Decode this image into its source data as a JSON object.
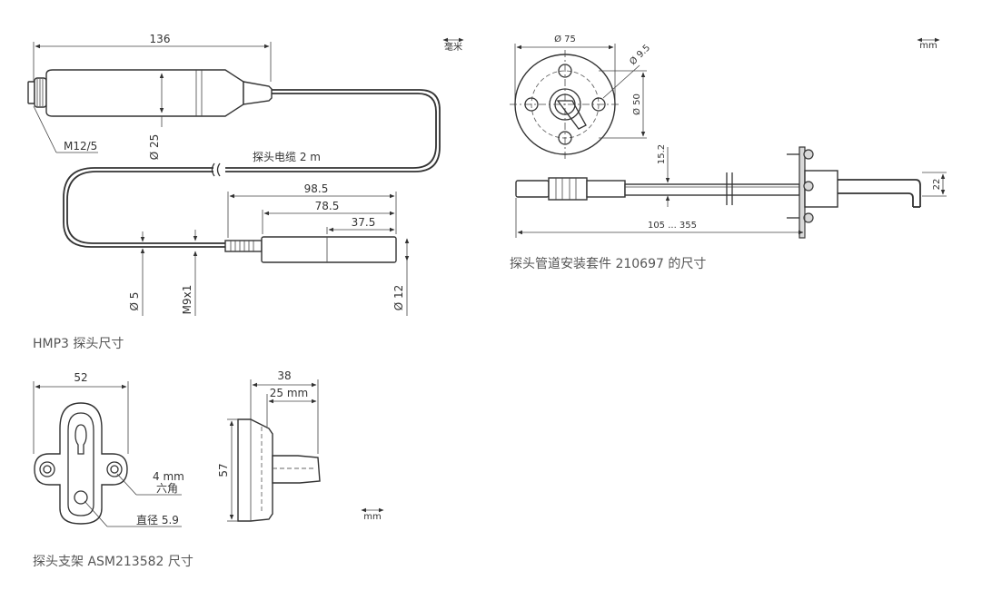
{
  "probe": {
    "caption": "HMP3 探头尺寸",
    "units": "毫米",
    "dim_length": "136",
    "dim_body_dia": "Ø 25",
    "connector": "M12/5",
    "cable": "探头电缆 2 m",
    "dim_98": "98.5",
    "dim_78": "78.5",
    "dim_37": "37.5",
    "dim_d5": "Ø 5",
    "dim_m9": "M9x1",
    "dim_d12": "Ø 12"
  },
  "duct": {
    "caption": "探头管道安装套件 210697 的尺寸",
    "units": "mm",
    "dim_75": "Ø 75",
    "dim_95": "Ø 9.5",
    "dim_50": "Ø 50",
    "dim_152": "15.2",
    "dim_22": "22",
    "dim_range": "105 ... 355"
  },
  "holder": {
    "caption": "探头支架 ASM213582 尺寸",
    "units": "mm",
    "dim_52": "52",
    "dim_38": "38",
    "dim_25": "25 mm",
    "dim_57": "57",
    "hex_size": "4 mm",
    "hex_label": "六角",
    "dia_label": "直径 5.9"
  }
}
